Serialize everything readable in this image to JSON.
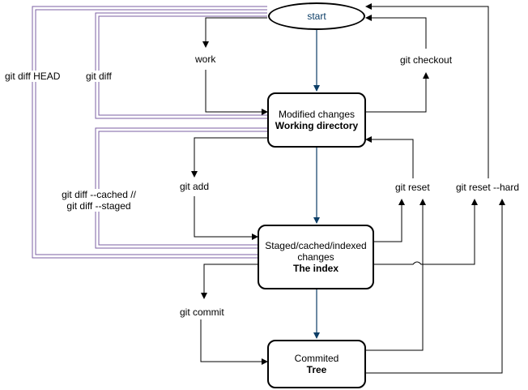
{
  "nodes": {
    "start": "start",
    "modified": {
      "line1": "Modified changes",
      "line2": "Working directory"
    },
    "staged": {
      "line1": "Staged/cached/indexed",
      "line1b": "changes",
      "line2": "The index"
    },
    "commited": {
      "line1": "Commited",
      "line2": "Tree"
    }
  },
  "labels": {
    "work": "work",
    "git_checkout": "git checkout",
    "git_diff_head": "git diff HEAD",
    "git_diff": "git diff",
    "git_add": "git add",
    "git_diff_cached_1": "git diff --cached //",
    "git_diff_cached_2": "git diff --staged",
    "git_reset": "git reset",
    "git_reset_hard": "git reset --hard",
    "git_commit": "git commit"
  },
  "colors": {
    "main_flow": "#0b3d66",
    "diff_lines": "#7b5fa3",
    "arrows": "#000000"
  }
}
